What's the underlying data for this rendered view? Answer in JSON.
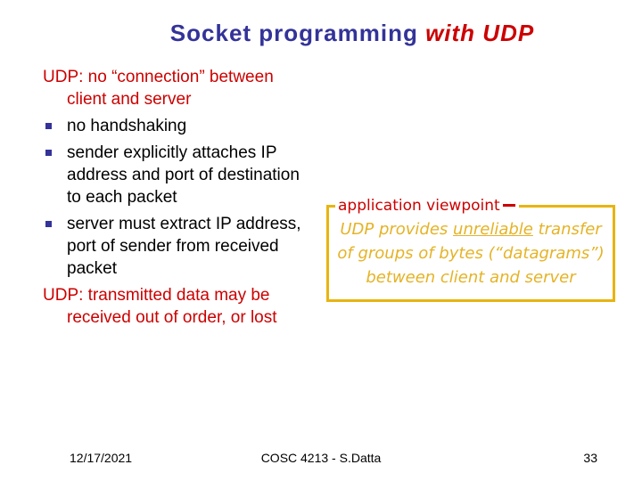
{
  "title": {
    "main": "Socket programming ",
    "accent": "with UDP"
  },
  "body": {
    "para1": {
      "lines": [
        "UDP: no “connection” between",
        "client and server"
      ]
    },
    "bullets": [
      {
        "lines": [
          "no handshaking"
        ]
      },
      {
        "lines": [
          "sender explicitly attaches IP",
          "address and port of destination",
          "to each packet"
        ]
      },
      {
        "lines": [
          "server must extract IP address,",
          "port of sender from received",
          "packet"
        ]
      }
    ],
    "para2": {
      "lines": [
        "UDP: transmitted data may be",
        "received out of order, or lost"
      ]
    }
  },
  "viewpoint": {
    "label": "application viewpoint",
    "line1_pre": "UDP provides ",
    "line1_underline": "unreliable",
    "line1_post": " transfer",
    "line2": "of groups of bytes (“datagrams”)",
    "line3": "between client and server"
  },
  "footer": {
    "date": "12/17/2021",
    "course": "COSC 4213 - S.Datta",
    "page": "33"
  },
  "colors": {
    "title_navy": "#333399",
    "accent_red": "#cc0000",
    "body_black": "#000000",
    "box_gold_border": "#e8b410",
    "box_gold_text": "#e5b327",
    "bullet_navy": "#333399"
  },
  "icons": {
    "bullet_square": "square-bullet"
  }
}
